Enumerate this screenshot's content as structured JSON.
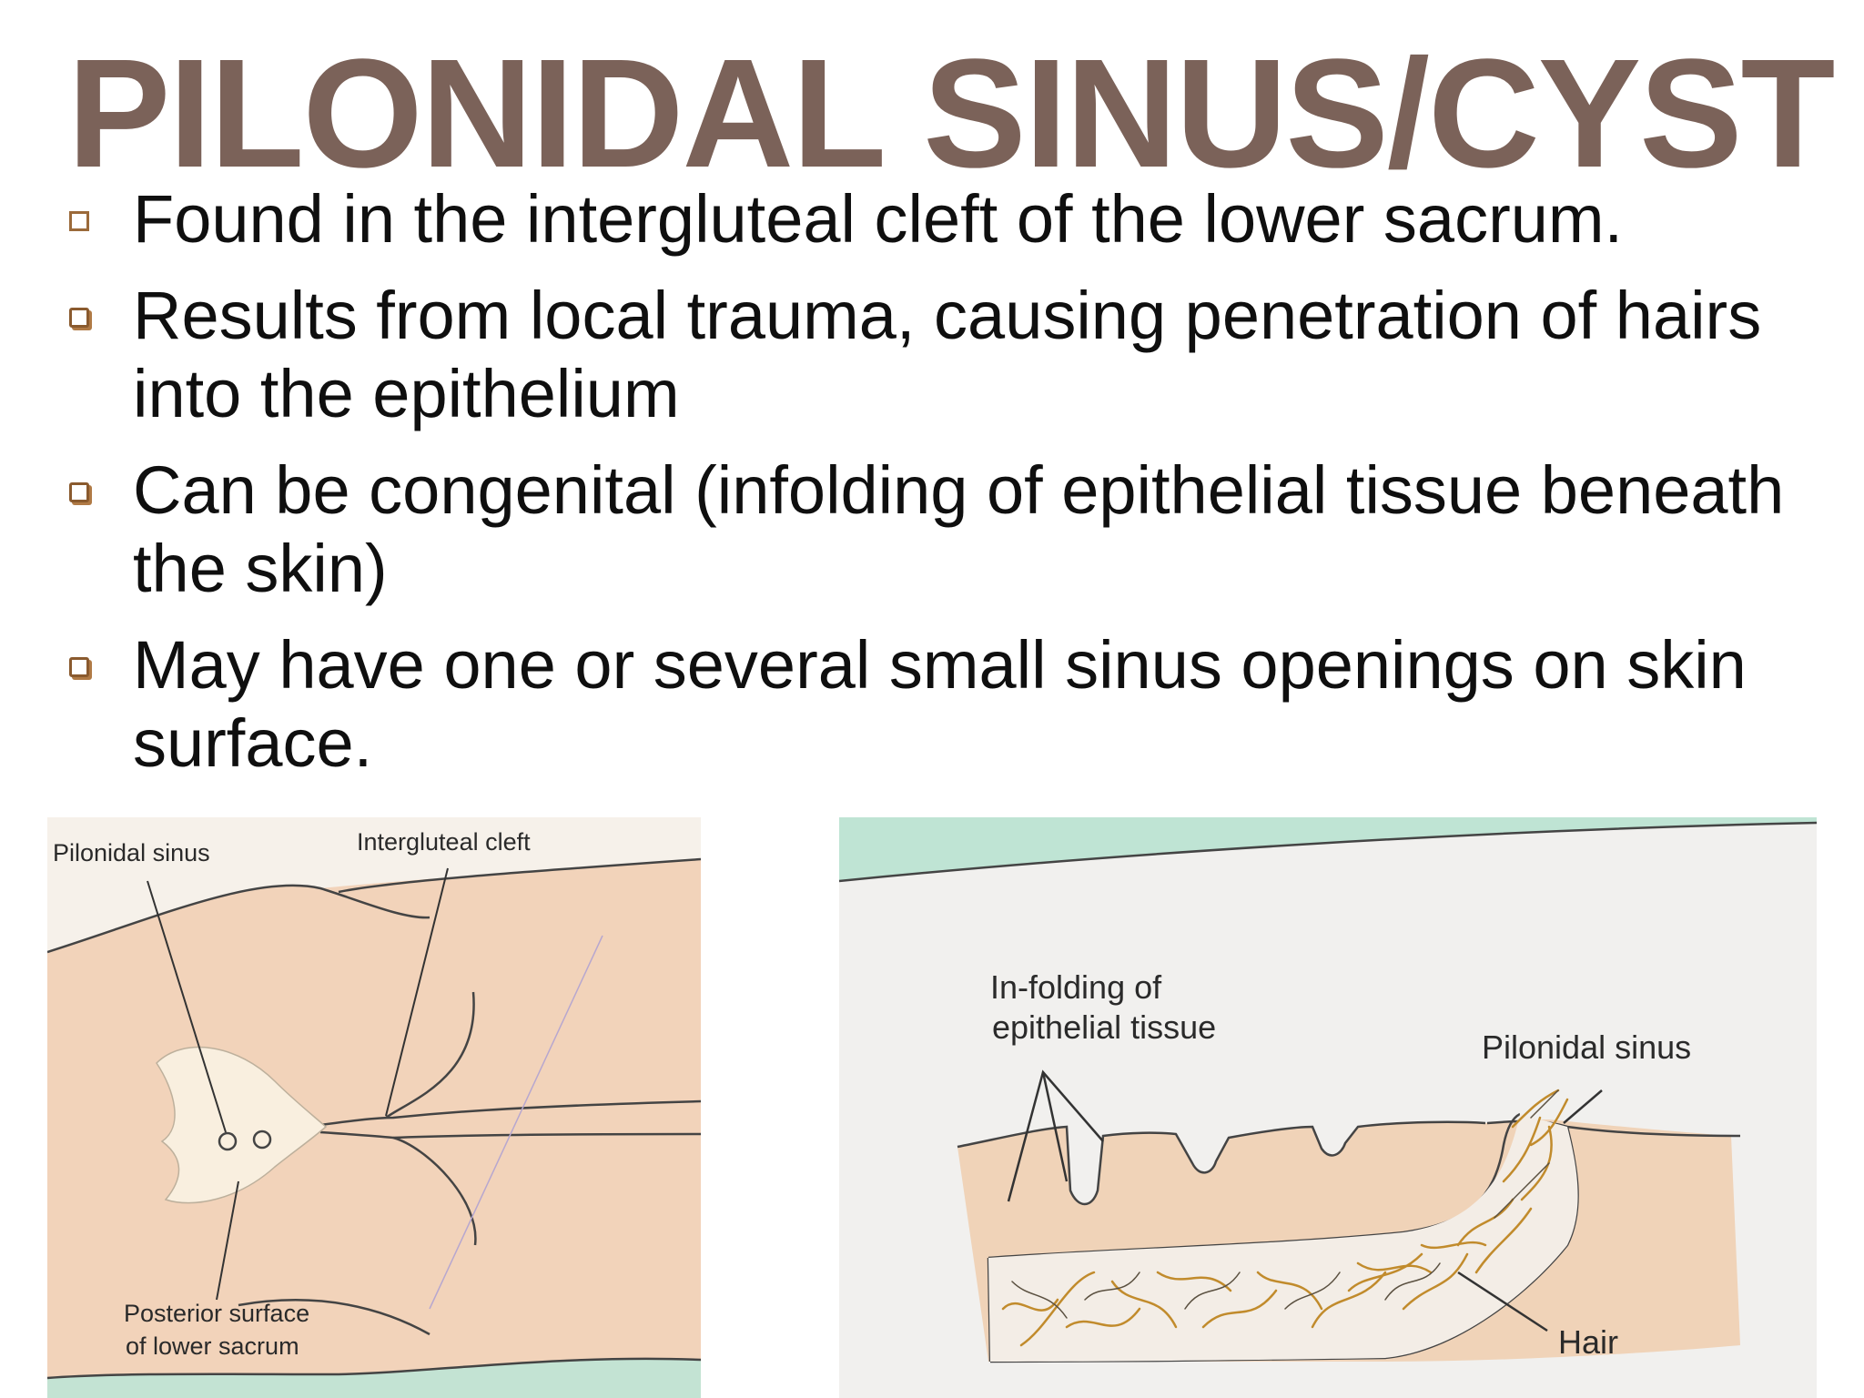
{
  "slide": {
    "title": "PILONIDAL SINUS/CYST",
    "bullets": [
      "Found in the intergluteal cleft of the lower sacrum.",
      "Results from local trauma, causing penetration of hairs into the epithelium",
      "Can be congenital (infolding of epithelial tissue beneath the skin)",
      "May have one or several small sinus openings on skin surface."
    ]
  },
  "figure_left": {
    "label_sinus": "Pilonidal sinus",
    "label_cleft": "Intergluteal cleft",
    "label_posterior_line1": "Posterior surface",
    "label_posterior_line2": "of lower sacrum"
  },
  "figure_right": {
    "label_infolding_line1": "In-folding of",
    "label_infolding_line2": "epithelial tissue",
    "label_sinus": "Pilonidal sinus",
    "label_hair": "Hair"
  },
  "colors": {
    "title": "#7b6259",
    "skin": "#f2d2b6",
    "teal": "#bfe6d6",
    "paper": "#f3f1ee",
    "hair": "#c9962a"
  }
}
